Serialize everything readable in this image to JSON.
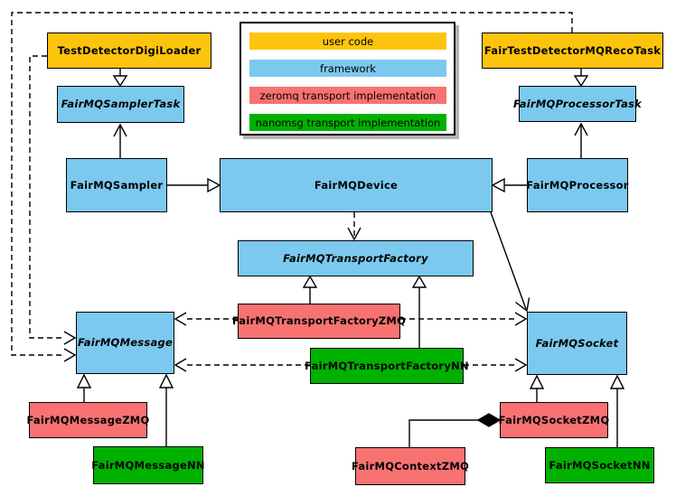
{
  "colors": {
    "user_code": "#FCC40C",
    "framework": "#7CC9EF",
    "zeromq": "#F87272",
    "nanomsg": "#00B100",
    "line": "#000000",
    "legend_shadow": "#B3B3B3",
    "background": "#FFFFFF"
  },
  "legend": {
    "items": [
      {
        "label": "user code",
        "type": "user_code"
      },
      {
        "label": "framework",
        "type": "framework"
      },
      {
        "label": "zeromq transport implementation",
        "type": "zeromq"
      },
      {
        "label": "nanomsg transport implementation",
        "type": "nanomsg"
      }
    ]
  },
  "nodes": {
    "testDetectorDigiLoader": {
      "label": "TestDetectorDigiLoader",
      "type": "user_code",
      "abstract": false
    },
    "fairTestDetectorMQRecoTask": {
      "label": "FairTestDetectorMQRecoTask",
      "type": "user_code",
      "abstract": false
    },
    "fairMQSamplerTask": {
      "label": "FairMQSamplerTask",
      "type": "framework",
      "abstract": true
    },
    "fairMQProcessorTask": {
      "label": "FairMQProcessorTask",
      "type": "framework",
      "abstract": true
    },
    "fairMQSampler": {
      "label": "FairMQSampler",
      "type": "framework",
      "abstract": false
    },
    "fairMQDevice": {
      "label": "FairMQDevice",
      "type": "framework",
      "abstract": false
    },
    "fairMQProcessor": {
      "label": "FairMQProcessor",
      "type": "framework",
      "abstract": false
    },
    "fairMQTransportFactory": {
      "label": "FairMQTransportFactory",
      "type": "framework",
      "abstract": true
    },
    "fairMQTransportFactoryZMQ": {
      "label": "FairMQTransportFactoryZMQ",
      "type": "zeromq",
      "abstract": false
    },
    "fairMQTransportFactoryNN": {
      "label": "FairMQTransportFactoryNN",
      "type": "nanomsg",
      "abstract": false
    },
    "fairMQMessage": {
      "label": "FairMQMessage",
      "type": "framework",
      "abstract": true
    },
    "fairMQSocket": {
      "label": "FairMQSocket",
      "type": "framework",
      "abstract": true
    },
    "fairMQMessageZMQ": {
      "label": "FairMQMessageZMQ",
      "type": "zeromq",
      "abstract": false
    },
    "fairMQMessageNN": {
      "label": "FairMQMessageNN",
      "type": "nanomsg",
      "abstract": false
    },
    "fairMQContextZMQ": {
      "label": "FairMQContextZMQ",
      "type": "zeromq",
      "abstract": false
    },
    "fairMQSocketZMQ": {
      "label": "FairMQSocketZMQ",
      "type": "zeromq",
      "abstract": false
    },
    "fairMQSocketNN": {
      "label": "FairMQSocketNN",
      "type": "nanomsg",
      "abstract": false
    }
  },
  "edges": [
    {
      "from": "TestDetectorDigiLoader",
      "to": "FairMQSamplerTask",
      "type": "inheritance"
    },
    {
      "from": "FairMQSampler",
      "to": "FairMQSamplerTask",
      "type": "association"
    },
    {
      "from": "FairTestDetectorMQRecoTask",
      "to": "FairMQProcessorTask",
      "type": "inheritance"
    },
    {
      "from": "FairMQProcessor",
      "to": "FairMQProcessorTask",
      "type": "association"
    },
    {
      "from": "FairMQSampler",
      "to": "FairMQDevice",
      "type": "inheritance"
    },
    {
      "from": "FairMQProcessor",
      "to": "FairMQDevice",
      "type": "inheritance"
    },
    {
      "from": "FairMQDevice",
      "to": "FairMQTransportFactory",
      "type": "dependency"
    },
    {
      "from": "FairMQDevice",
      "to": "FairMQSocket",
      "type": "association"
    },
    {
      "from": "FairMQTransportFactoryZMQ",
      "to": "FairMQTransportFactory",
      "type": "inheritance"
    },
    {
      "from": "FairMQTransportFactoryNN",
      "to": "FairMQTransportFactory",
      "type": "inheritance"
    },
    {
      "from": "FairMQTransportFactoryZMQ",
      "to": "FairMQMessage",
      "type": "dependency"
    },
    {
      "from": "FairMQTransportFactoryZMQ",
      "to": "FairMQSocket",
      "type": "dependency"
    },
    {
      "from": "FairMQTransportFactoryNN",
      "to": "FairMQMessage",
      "type": "dependency"
    },
    {
      "from": "FairMQTransportFactoryNN",
      "to": "FairMQSocket",
      "type": "dependency"
    },
    {
      "from": "TestDetectorDigiLoader",
      "to": "FairMQMessage",
      "type": "dependency"
    },
    {
      "from": "FairTestDetectorMQRecoTask",
      "to": "FairMQMessage",
      "type": "dependency"
    },
    {
      "from": "FairMQMessageZMQ",
      "to": "FairMQMessage",
      "type": "inheritance"
    },
    {
      "from": "FairMQMessageNN",
      "to": "FairMQMessage",
      "type": "inheritance"
    },
    {
      "from": "FairMQSocketZMQ",
      "to": "FairMQSocket",
      "type": "inheritance"
    },
    {
      "from": "FairMQSocketNN",
      "to": "FairMQSocket",
      "type": "inheritance"
    },
    {
      "from": "FairMQContextZMQ",
      "to": "FairMQSocketZMQ",
      "type": "composition"
    }
  ]
}
